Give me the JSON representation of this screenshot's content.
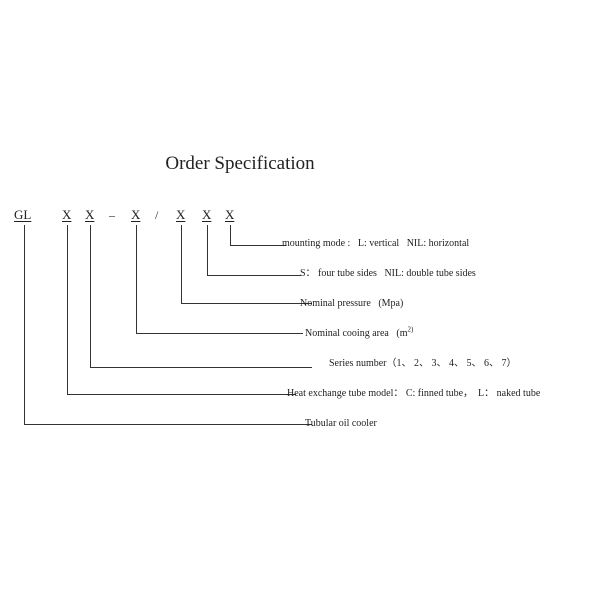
{
  "title": "Order Specification",
  "code": {
    "prefix": "GL",
    "x1": "X",
    "x2": "X",
    "dash": "–",
    "x3": "X",
    "slash": "/",
    "x4": "X",
    "x5": "X",
    "x6": "X"
  },
  "labels": {
    "mounting_mode": "mounting mode :   L: vertical   NIL: horizontal",
    "sides": "S： four tube sides   NIL: double tube sides",
    "nominal_pressure": "Nominal pressure   (Mpa)",
    "nominal_area": "Nominal cooing area   (m",
    "nominal_area_sup": "2)",
    "series_number": "Series number（1、 2、 3、 4、 5、 6、 7）",
    "heat_exchange": "Heat exchange tube model： C: finned tube，  L： naked tube",
    "tubular": "Tubular oil cooler"
  }
}
